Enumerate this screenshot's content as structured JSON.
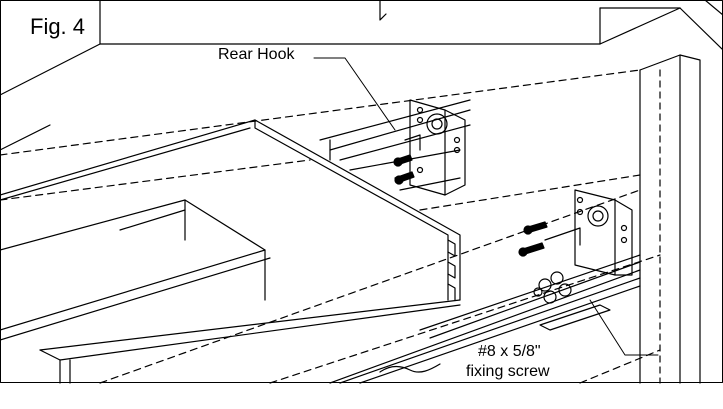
{
  "figure": {
    "label": "Fig. 4",
    "callouts": {
      "rear_hook": "Rear Hook",
      "screw_size": "#8 x 5/8\"",
      "screw_desc": "fixing screw"
    }
  },
  "colors": {
    "line": "#000000",
    "background": "#ffffff"
  }
}
